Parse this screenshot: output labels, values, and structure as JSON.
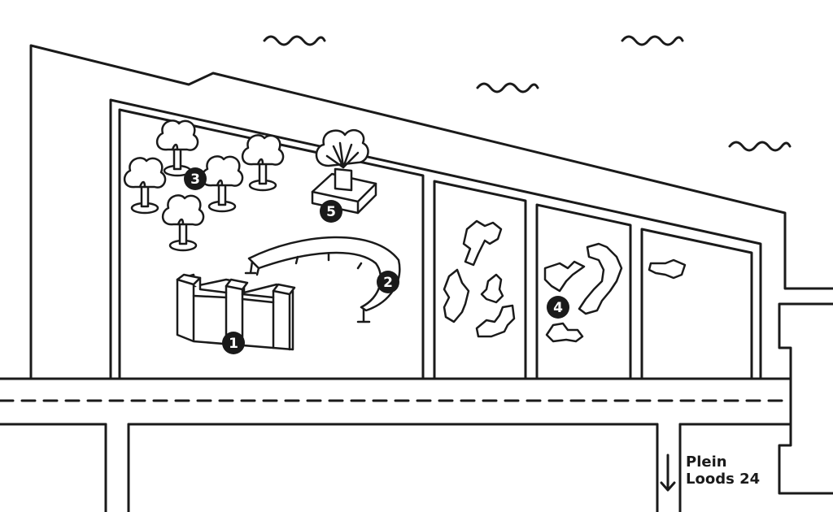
{
  "map": {
    "markers": [
      {
        "id": "marker-1",
        "label": "1"
      },
      {
        "id": "marker-2",
        "label": "2"
      },
      {
        "id": "marker-3",
        "label": "3"
      },
      {
        "id": "marker-4",
        "label": "4"
      },
      {
        "id": "marker-5",
        "label": "5"
      }
    ],
    "exit_label": {
      "line1": "Plein",
      "line2": "Loods 24"
    },
    "colors": {
      "ink": "#1a1a1a",
      "background": "#ffffff"
    },
    "icons": [
      "water-wave-icon",
      "tree-icon",
      "wall-sculpture-icon",
      "arch-bench-icon",
      "planter-tree-icon",
      "shrub-patch-icon",
      "down-arrow-icon"
    ]
  }
}
